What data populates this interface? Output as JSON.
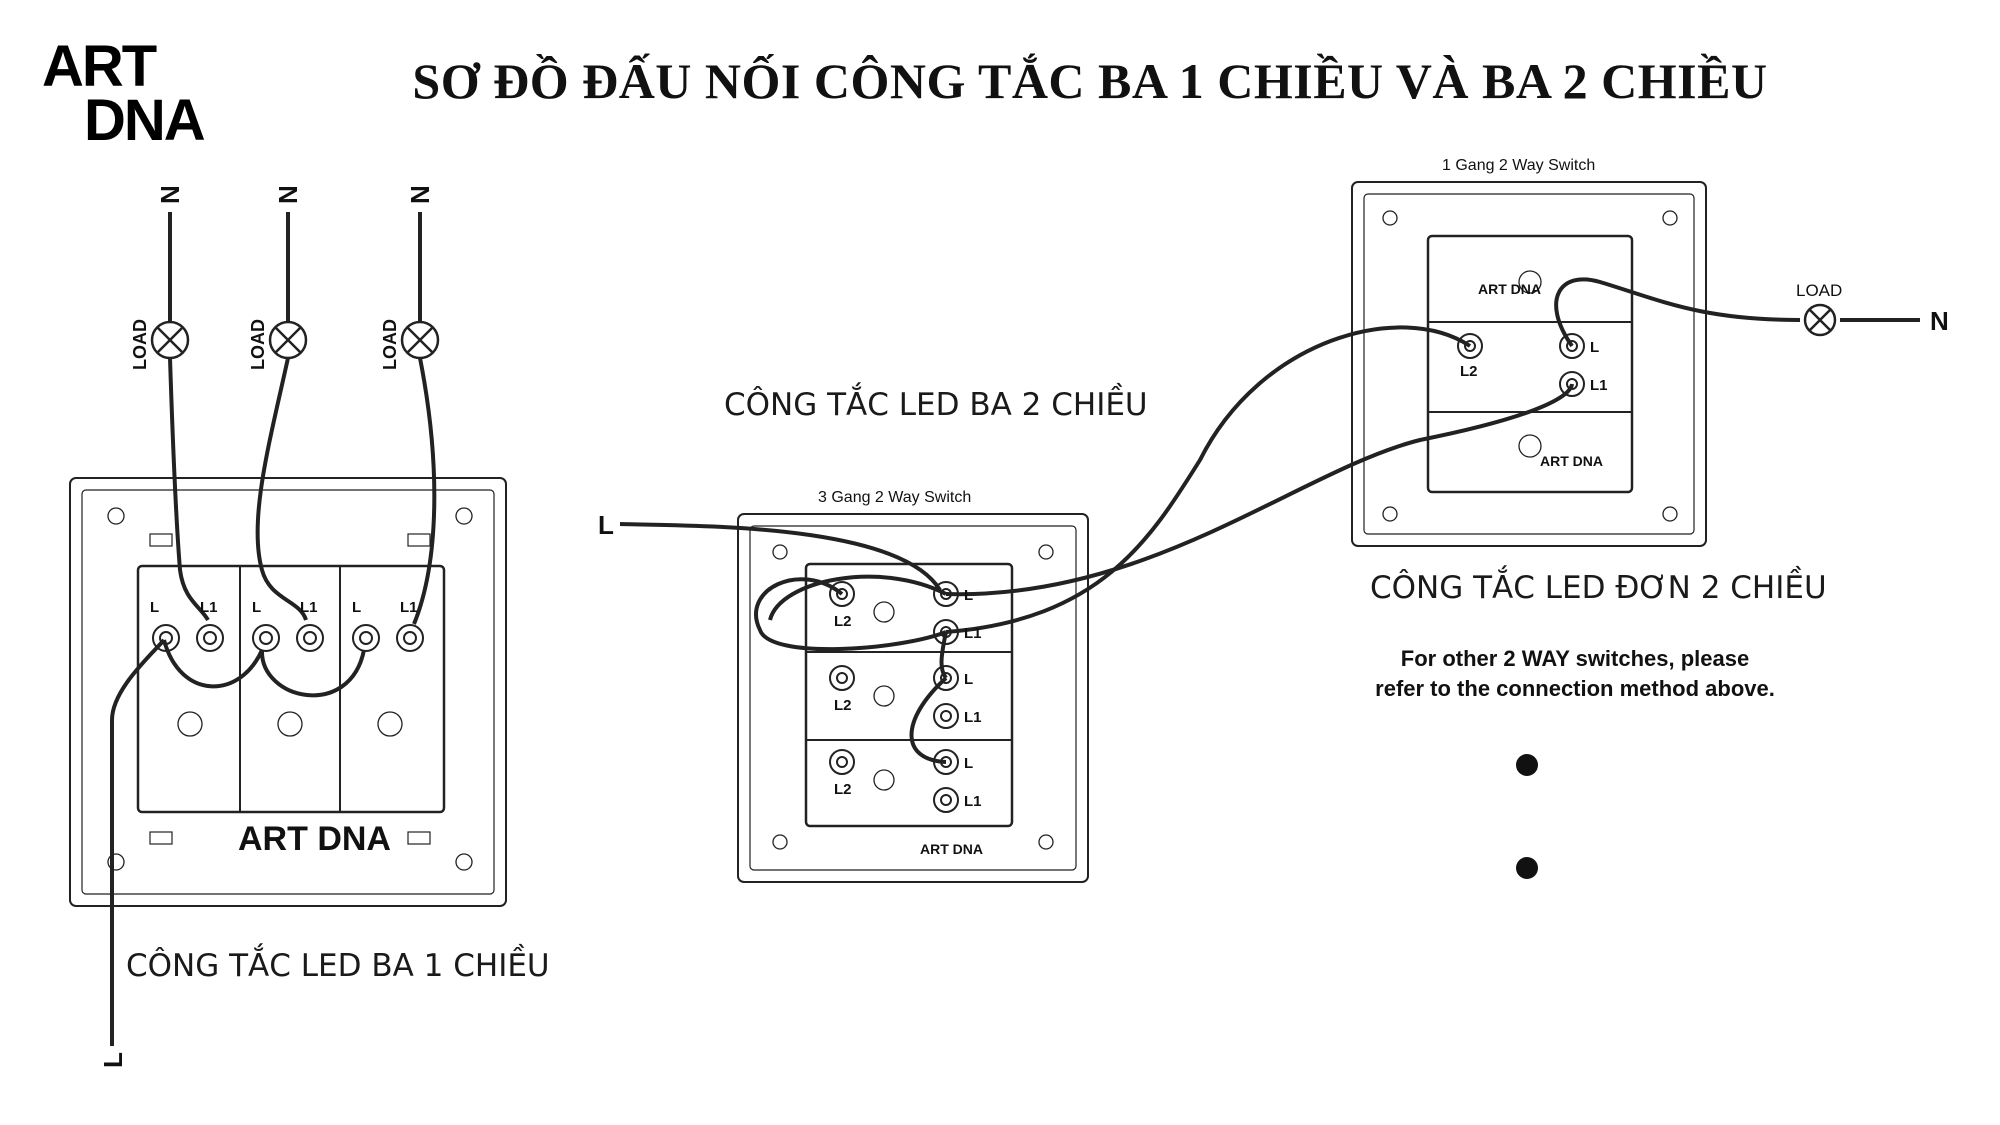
{
  "logo": {
    "line1": "ART",
    "line2": "DNA"
  },
  "title": "SƠ ĐỒ ĐẤU NỐI CÔNG TẮC BA 1 CHIỀU VÀ BA 2 CHIỀU",
  "captions": {
    "three_gang_one_way": "CÔNG TẮC LED BA 1 CHIỀU",
    "three_gang_two_way": "CÔNG TẮC LED BA 2 CHIỀU",
    "one_gang_two_way": "CÔNG TẮC LED ĐƠN 2 CHIỀU"
  },
  "labels": {
    "neutral": "N",
    "live": "L",
    "load": "LOAD",
    "terminal_l": "L",
    "terminal_l1": "L1",
    "terminal_l2": "L2",
    "three_gang_two_way_header": "3 Gang 2 Way Switch",
    "one_gang_two_way_header": "1 Gang 2 Way Switch",
    "brand": "ART DNA"
  },
  "note": {
    "line1": "For other 2 WAY switches, please",
    "line2": "refer to the connection method above."
  }
}
